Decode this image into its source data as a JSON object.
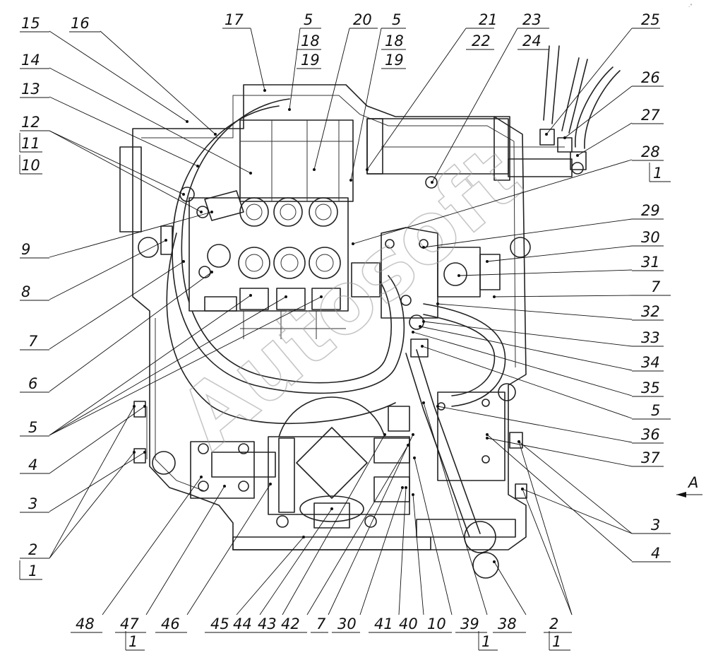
{
  "watermark": "Autosoft",
  "view_label": "A",
  "labels": [
    {
      "id": "l15",
      "text": "15"
    },
    {
      "id": "l16",
      "text": "16"
    },
    {
      "id": "l17",
      "text": "17"
    },
    {
      "id": "l5a",
      "text": "5"
    },
    {
      "id": "l18a",
      "text": "18"
    },
    {
      "id": "l19a",
      "text": "19"
    },
    {
      "id": "l20",
      "text": "20"
    },
    {
      "id": "l5b",
      "text": "5"
    },
    {
      "id": "l18b",
      "text": "18"
    },
    {
      "id": "l19b",
      "text": "19"
    },
    {
      "id": "l21",
      "text": "21"
    },
    {
      "id": "l22",
      "text": "22"
    },
    {
      "id": "l23",
      "text": "23"
    },
    {
      "id": "l24",
      "text": "24"
    },
    {
      "id": "l25",
      "text": "25"
    },
    {
      "id": "l26",
      "text": "26"
    },
    {
      "id": "l27",
      "text": "27"
    },
    {
      "id": "l28",
      "text": "28"
    },
    {
      "id": "l1r",
      "text": "1"
    },
    {
      "id": "l29",
      "text": "29"
    },
    {
      "id": "l30r",
      "text": "30"
    },
    {
      "id": "l31",
      "text": "31"
    },
    {
      "id": "l7r",
      "text": "7"
    },
    {
      "id": "l32",
      "text": "32"
    },
    {
      "id": "l33",
      "text": "33"
    },
    {
      "id": "l34",
      "text": "34"
    },
    {
      "id": "l35",
      "text": "35"
    },
    {
      "id": "l5r",
      "text": "5"
    },
    {
      "id": "l36",
      "text": "36"
    },
    {
      "id": "l37",
      "text": "37"
    },
    {
      "id": "l3r",
      "text": "3"
    },
    {
      "id": "l4r",
      "text": "4"
    },
    {
      "id": "l14",
      "text": "14"
    },
    {
      "id": "l13",
      "text": "13"
    },
    {
      "id": "l12",
      "text": "12"
    },
    {
      "id": "l11",
      "text": "11"
    },
    {
      "id": "l10",
      "text": "10"
    },
    {
      "id": "l9",
      "text": "9"
    },
    {
      "id": "l8",
      "text": "8"
    },
    {
      "id": "l7l",
      "text": "7"
    },
    {
      "id": "l6",
      "text": "6"
    },
    {
      "id": "l5l",
      "text": "5"
    },
    {
      "id": "l4l",
      "text": "4"
    },
    {
      "id": "l3l",
      "text": "3"
    },
    {
      "id": "l2l",
      "text": "2"
    },
    {
      "id": "l1l",
      "text": "1"
    },
    {
      "id": "l48",
      "text": "48"
    },
    {
      "id": "l47",
      "text": "47"
    },
    {
      "id": "l1b",
      "text": "1"
    },
    {
      "id": "l46",
      "text": "46"
    },
    {
      "id": "l45",
      "text": "45"
    },
    {
      "id": "l44",
      "text": "44"
    },
    {
      "id": "l43",
      "text": "43"
    },
    {
      "id": "l42",
      "text": "42"
    },
    {
      "id": "l7b",
      "text": "7"
    },
    {
      "id": "l30b",
      "text": "30"
    },
    {
      "id": "l41",
      "text": "41"
    },
    {
      "id": "l40",
      "text": "40"
    },
    {
      "id": "l10b",
      "text": "10"
    },
    {
      "id": "l39",
      "text": "39"
    },
    {
      "id": "l1b2",
      "text": "1"
    },
    {
      "id": "l38",
      "text": "38"
    },
    {
      "id": "l2b",
      "text": "2"
    },
    {
      "id": "l1b3",
      "text": "1"
    }
  ]
}
